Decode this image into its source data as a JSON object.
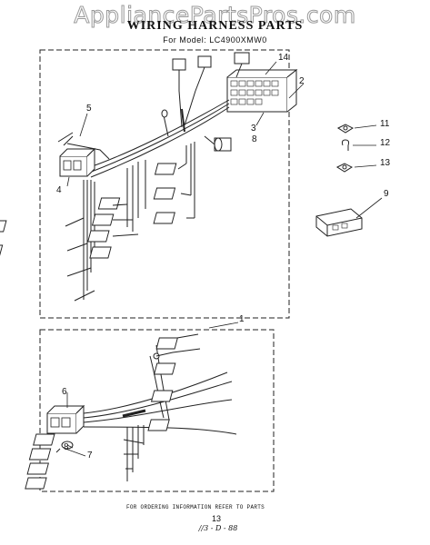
{
  "watermark": "AppliancePartsPros.com",
  "title": "WIRING HARNESS PARTS",
  "model_line": "For Model: LC4900XMW0",
  "callouts": {
    "c1": "1",
    "c2": "2",
    "c3": "3",
    "c4": "4",
    "c5": "5",
    "c6": "6",
    "c7": "7",
    "c8a": "8",
    "c8b": "8",
    "c9": "9",
    "c11": "11",
    "c12": "12",
    "c13": "13",
    "c14": "14"
  },
  "footnote": "FOR ORDERING INFORMATION REFER TO PARTS",
  "page_number": "13",
  "handwritten_note": "//3 - D - 88"
}
